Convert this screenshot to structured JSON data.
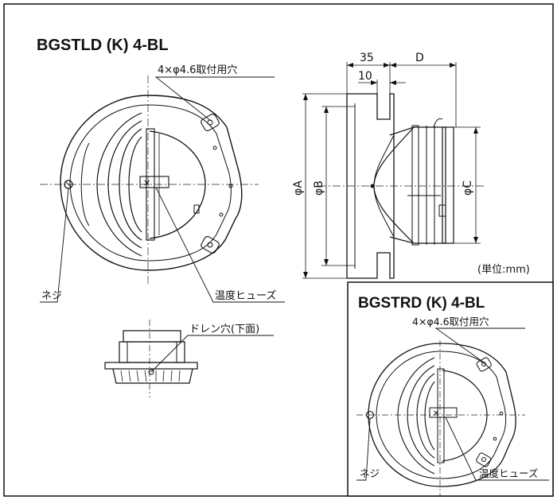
{
  "top_left_view": {
    "model": "BGSTLD (K) 4-BL",
    "mount_hole_label": "4×φ4.6取付用穴",
    "screw_label": "ネジ",
    "fuse_label": "温度ヒューズ"
  },
  "bottom_view": {
    "drain_label": "ドレン穴(下面)"
  },
  "side_view": {
    "dim_35": "35",
    "dim_10": "10",
    "dim_D": "D",
    "dim_A": "φA",
    "dim_B": "φB",
    "dim_C": "φC",
    "unit_note": "(単位:mm)"
  },
  "inset_view": {
    "model": "BGSTRD (K) 4-BL",
    "mount_hole_label": "4×φ4.6取付用穴",
    "screw_label": "ネジ",
    "fuse_label": "温度ヒューズ"
  }
}
